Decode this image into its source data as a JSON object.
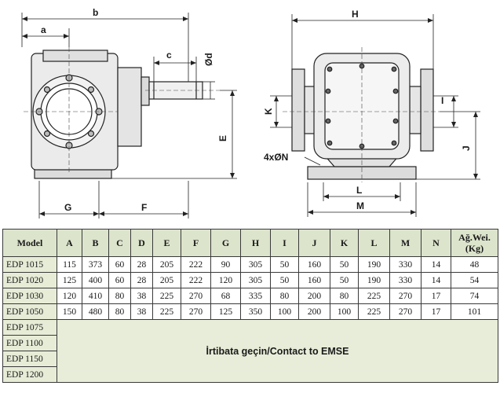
{
  "drawing": {
    "dims_left": [
      "b",
      "a",
      "c",
      "Ød",
      "E",
      "G",
      "F"
    ],
    "dims_right": [
      "H",
      "K",
      "I",
      "J",
      "4xØN",
      "L",
      "M"
    ]
  },
  "table": {
    "headers": [
      "Model",
      "A",
      "B",
      "C",
      "D",
      "E",
      "F",
      "G",
      "H",
      "I",
      "J",
      "K",
      "L",
      "M",
      "N",
      "Ağ.Wei.\n(Kg)"
    ],
    "rows": [
      [
        "EDP 1015",
        "115",
        "373",
        "60",
        "28",
        "205",
        "222",
        "90",
        "305",
        "50",
        "160",
        "50",
        "190",
        "330",
        "14",
        "48"
      ],
      [
        "EDP 1020",
        "125",
        "400",
        "60",
        "28",
        "205",
        "222",
        "120",
        "305",
        "50",
        "160",
        "50",
        "190",
        "330",
        "14",
        "54"
      ],
      [
        "EDP 1030",
        "120",
        "410",
        "80",
        "38",
        "225",
        "270",
        "68",
        "335",
        "80",
        "200",
        "80",
        "225",
        "270",
        "17",
        "74"
      ],
      [
        "EDP 1050",
        "150",
        "480",
        "80",
        "38",
        "225",
        "270",
        "125",
        "350",
        "100",
        "200",
        "100",
        "225",
        "270",
        "17",
        "101"
      ]
    ],
    "extra_models": [
      "EDP 1075",
      "EDP 1100",
      "EDP 1150",
      "EDP 1200"
    ],
    "contact_text": "İrtibata geçin/Contact to EMSE"
  }
}
